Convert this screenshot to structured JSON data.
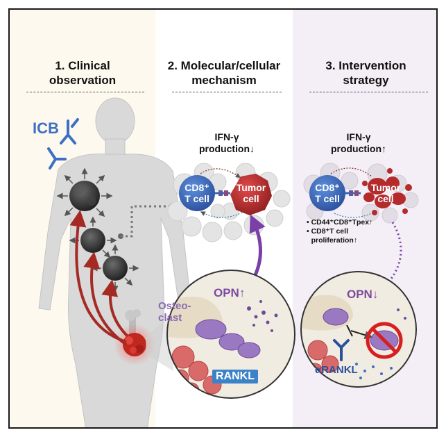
{
  "panels": {
    "clinical": {
      "title": "1. Clinical\nobservation"
    },
    "mechanism": {
      "title": "2. Molecular/cellular\nmechanism"
    },
    "intervention": {
      "title": "3. Intervention\nstrategy"
    }
  },
  "clinical": {
    "icb_label": "ICB"
  },
  "mechanism": {
    "ifn_label": "IFN-γ\nproduction↓",
    "cd8_label": "CD8⁺\nT cell",
    "tumor_label": "Tumor\ncell",
    "opn_label": "OPN↑",
    "osteoclast_label": "Osteo-\nclast",
    "rankl_label": "RANKL"
  },
  "intervention": {
    "ifn_label": "IFN-γ\nproduction↑",
    "cd8_label": "CD8⁺\nT cell",
    "tumor_label": "Tumor\ncell",
    "bullets": [
      "CD44⁺CD8⁺Tpex↑",
      "CD8⁺T cell\nproliferation↑"
    ],
    "opn_label": "OPN↓",
    "arankl_label": "αRANKL"
  },
  "colors": {
    "panel1_bg": "#fdf9ee",
    "panel3_bg": "#f4eef6",
    "tcell": "#3a66b8",
    "tumor": "#b52a2a",
    "opn": "#7b4aa0",
    "icb": "#3d6fc4",
    "arrow_red": "#a52a24",
    "arrow_purple": "#7b3fa8"
  }
}
